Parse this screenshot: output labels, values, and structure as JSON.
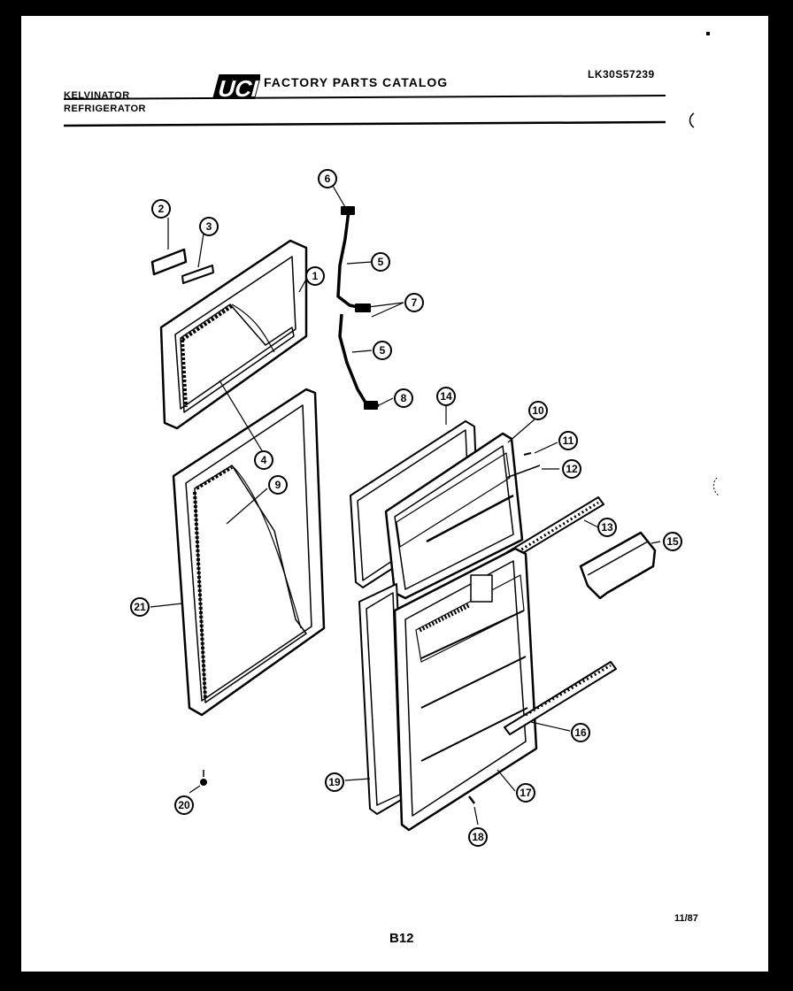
{
  "header": {
    "brand_line1": "KELVINATOR",
    "brand_line2": "REFRIGERATOR",
    "logo_text": "UCI",
    "catalog_title": "FACTORY PARTS CATALOG",
    "model_number": "LK30S57239"
  },
  "footer": {
    "page_id": "B12",
    "date": "11/87"
  },
  "callouts": [
    {
      "id": "c1",
      "label": "1"
    },
    {
      "id": "c2",
      "label": "2"
    },
    {
      "id": "c3",
      "label": "3"
    },
    {
      "id": "c4",
      "label": "4"
    },
    {
      "id": "c5a",
      "label": "5"
    },
    {
      "id": "c5b",
      "label": "5"
    },
    {
      "id": "c6",
      "label": "6"
    },
    {
      "id": "c7",
      "label": "7"
    },
    {
      "id": "c8",
      "label": "8"
    },
    {
      "id": "c9",
      "label": "9"
    },
    {
      "id": "c10",
      "label": "10"
    },
    {
      "id": "c11",
      "label": "11"
    },
    {
      "id": "c12",
      "label": "12"
    },
    {
      "id": "c13",
      "label": "13"
    },
    {
      "id": "c14",
      "label": "14"
    },
    {
      "id": "c15",
      "label": "15"
    },
    {
      "id": "c16",
      "label": "16"
    },
    {
      "id": "c17",
      "label": "17"
    },
    {
      "id": "c18",
      "label": "18"
    },
    {
      "id": "c19",
      "label": "19"
    },
    {
      "id": "c20",
      "label": "20"
    },
    {
      "id": "c21",
      "label": "21"
    }
  ]
}
